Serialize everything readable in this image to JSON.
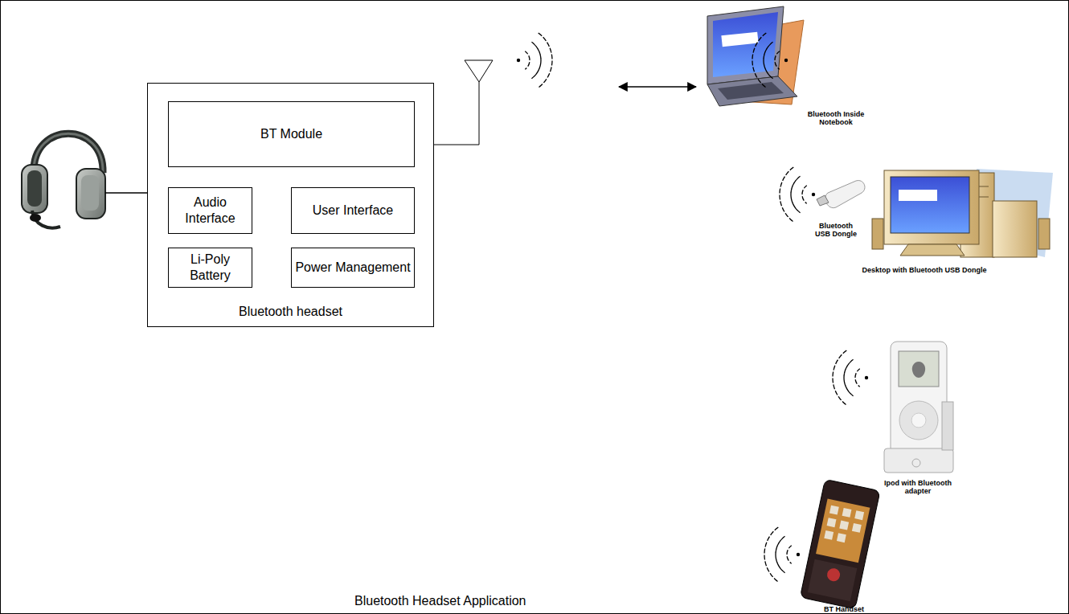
{
  "diagram": {
    "caption": "Bluetooth Headset Application",
    "nodes": [
      {
        "text": [
          "Bluetooth headset"
        ]
      },
      {
        "text": [
          "BT Module"
        ],
        "in": 0
      },
      {
        "text": [
          "Audio Interface"
        ],
        "in": 0
      },
      {
        "text": [
          "User Interface"
        ],
        "in": 0
      },
      {
        "text": [
          "Li-Poly Battery"
        ],
        "in": 0
      },
      {
        "text": [
          "Power Management"
        ],
        "in": 0
      }
    ],
    "labels": [
      "Bluetooth Inside Notebook",
      "Bluetooth USB Dongle",
      "Desktop with Bluetooth USB Dongle",
      "Ipod with Bluetooth adapter",
      "BT Handset"
    ]
  }
}
